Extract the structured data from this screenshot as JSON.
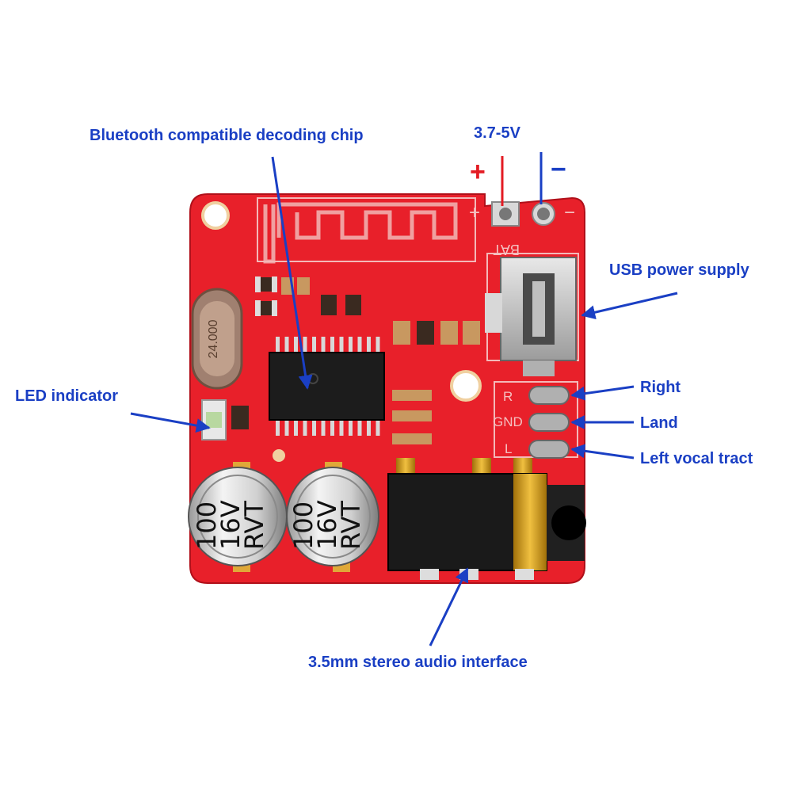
{
  "labels": {
    "chip": "Bluetooth compatible decoding chip",
    "voltage": "3.7-5V",
    "plus": "+",
    "minus": "−",
    "usb": "USB power supply",
    "led": "LED indicator",
    "right": "Right",
    "land": "Land",
    "left": "Left vocal tract",
    "jack": "3.5mm stereo audio interface"
  },
  "board": {
    "crystal": "24.000",
    "silk_bat": "BAT",
    "silk_plus": "+",
    "silk_minus": "−",
    "pin_r": "R",
    "pin_gnd": "GND",
    "pin_l": "L",
    "cap1_lines": [
      "100",
      "16V",
      "RVT"
    ],
    "cap2_lines": [
      "100",
      "16V",
      "RVT"
    ]
  },
  "colors": {
    "pcb": "#e8202a",
    "pcb_dark": "#c8141e",
    "callout": "#1a3fc4",
    "plus_red": "#e31b23",
    "arrow_blue": "#1a3fc4"
  }
}
